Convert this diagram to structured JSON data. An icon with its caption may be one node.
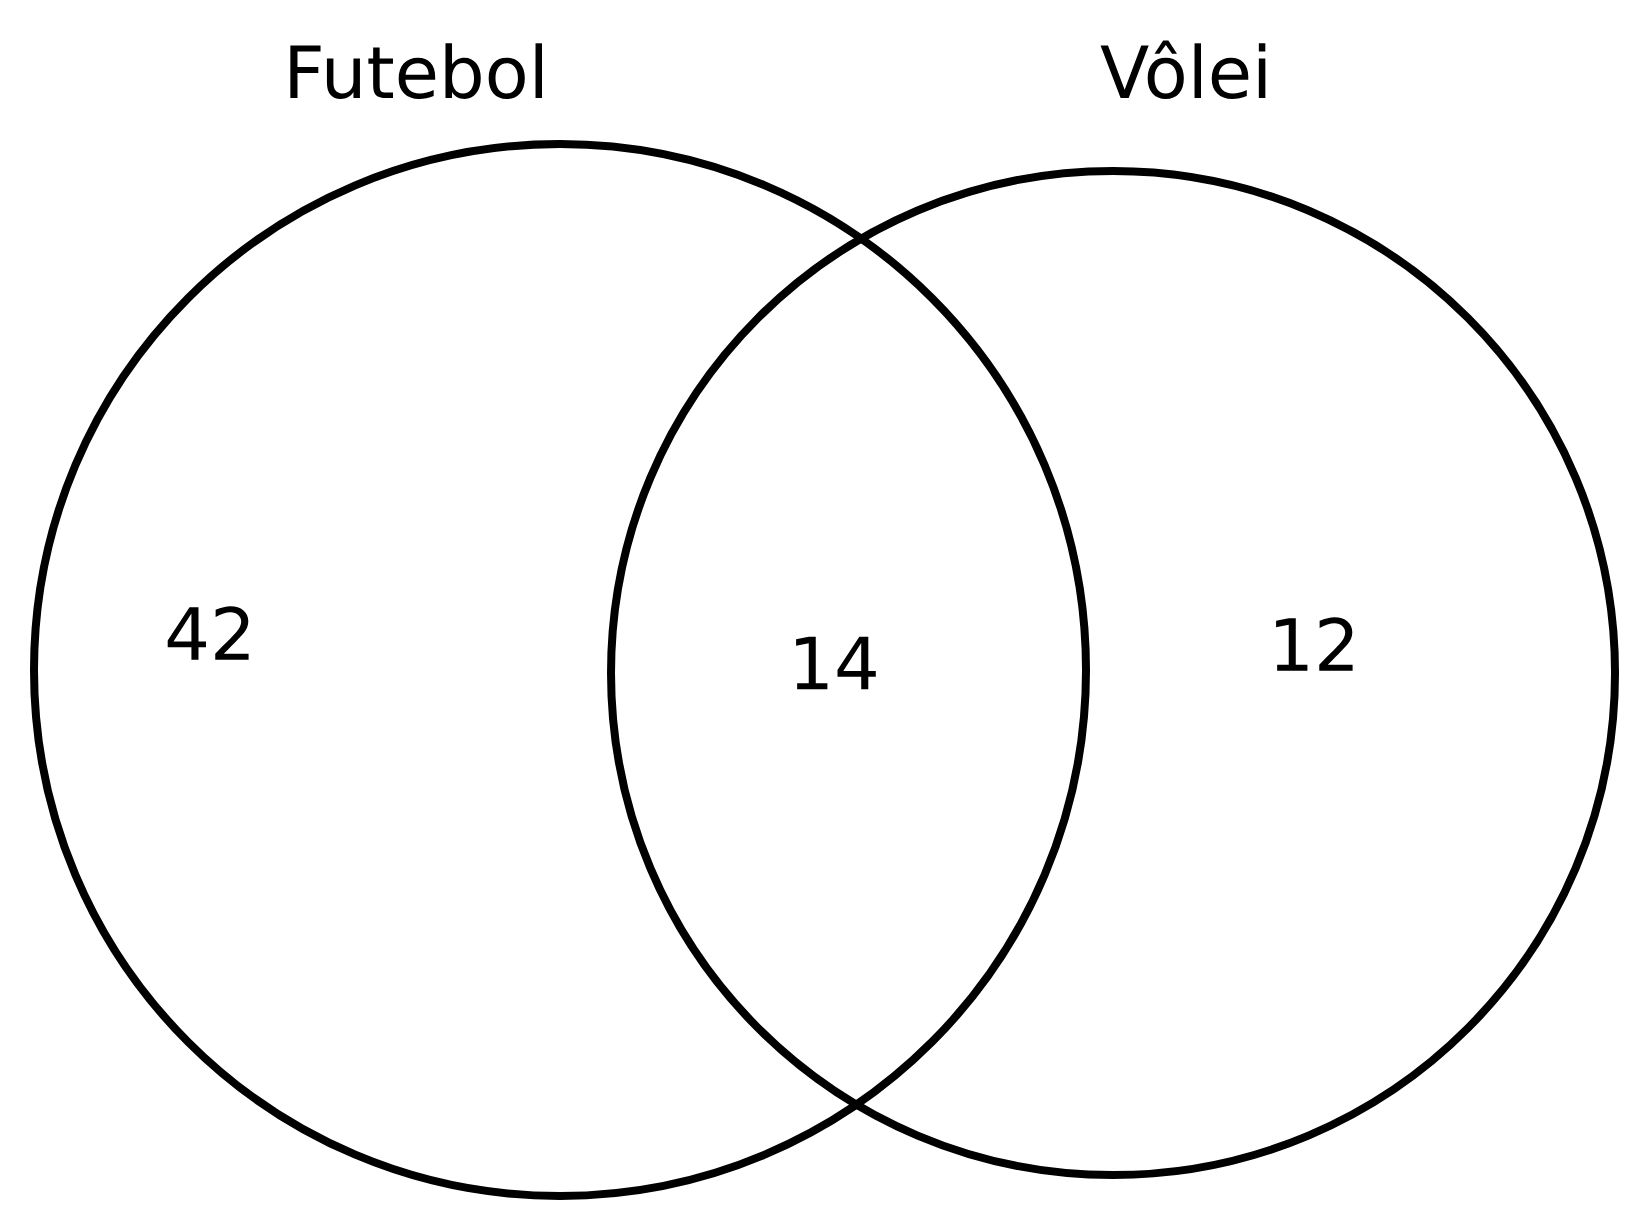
{
  "diagram": {
    "nodes": [
      {
        "text": [
          "Futebol",
          "42"
        ]
      },
      {
        "text": [
          "Vôlei",
          "12"
        ]
      }
    ],
    "labels": [
      "14"
    ]
  }
}
